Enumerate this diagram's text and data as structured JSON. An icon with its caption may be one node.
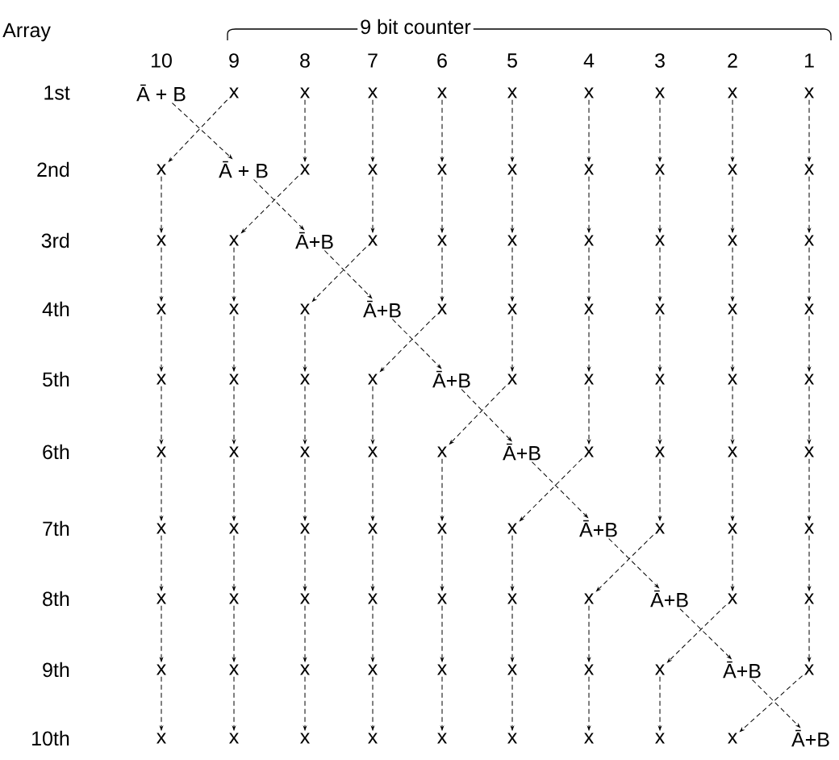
{
  "diagram": {
    "nodes": [
      {
        "text": [
          "Ā + B"
        ]
      },
      {
        "text": [
          "x"
        ]
      },
      {
        "text": [
          "x"
        ]
      },
      {
        "text": [
          "x"
        ]
      },
      {
        "text": [
          "x"
        ]
      },
      {
        "text": [
          "x"
        ]
      },
      {
        "text": [
          "x"
        ]
      },
      {
        "text": [
          "x"
        ]
      },
      {
        "text": [
          "x"
        ]
      },
      {
        "text": [
          "x"
        ]
      },
      {
        "text": [
          "x"
        ]
      },
      {
        "text": [
          "Ā + B"
        ]
      },
      {
        "text": [
          "x"
        ]
      },
      {
        "text": [
          "x"
        ]
      },
      {
        "text": [
          "x"
        ]
      },
      {
        "text": [
          "x"
        ]
      },
      {
        "text": [
          "x"
        ]
      },
      {
        "text": [
          "x"
        ]
      },
      {
        "text": [
          "x"
        ]
      },
      {
        "text": [
          "x"
        ]
      },
      {
        "text": [
          "x"
        ]
      },
      {
        "text": [
          "x"
        ]
      },
      {
        "text": [
          "Ā+B"
        ]
      },
      {
        "text": [
          "x"
        ]
      },
      {
        "text": [
          "x"
        ]
      },
      {
        "text": [
          "x"
        ]
      },
      {
        "text": [
          "x"
        ]
      },
      {
        "text": [
          "x"
        ]
      },
      {
        "text": [
          "x"
        ]
      },
      {
        "text": [
          "x"
        ]
      },
      {
        "text": [
          "x"
        ]
      },
      {
        "text": [
          "x"
        ]
      },
      {
        "text": [
          "x"
        ]
      },
      {
        "text": [
          "Ā+B"
        ]
      },
      {
        "text": [
          "x"
        ]
      },
      {
        "text": [
          "x"
        ]
      },
      {
        "text": [
          "x"
        ]
      },
      {
        "text": [
          "x"
        ]
      },
      {
        "text": [
          "x"
        ]
      },
      {
        "text": [
          "x"
        ]
      },
      {
        "text": [
          "x"
        ]
      },
      {
        "text": [
          "x"
        ]
      },
      {
        "text": [
          "x"
        ]
      },
      {
        "text": [
          "x"
        ]
      },
      {
        "text": [
          "Ā+B"
        ]
      },
      {
        "text": [
          "x"
        ]
      },
      {
        "text": [
          "x"
        ]
      },
      {
        "text": [
          "x"
        ]
      },
      {
        "text": [
          "x"
        ]
      },
      {
        "text": [
          "x"
        ]
      },
      {
        "text": [
          "x"
        ]
      },
      {
        "text": [
          "x"
        ]
      },
      {
        "text": [
          "x"
        ]
      },
      {
        "text": [
          "x"
        ]
      },
      {
        "text": [
          "x"
        ]
      },
      {
        "text": [
          "Ā+B"
        ]
      },
      {
        "text": [
          "x"
        ]
      },
      {
        "text": [
          "x"
        ]
      },
      {
        "text": [
          "x"
        ]
      },
      {
        "text": [
          "x"
        ]
      },
      {
        "text": [
          "x"
        ]
      },
      {
        "text": [
          "x"
        ]
      },
      {
        "text": [
          "x"
        ]
      },
      {
        "text": [
          "x"
        ]
      },
      {
        "text": [
          "x"
        ]
      },
      {
        "text": [
          "x"
        ]
      },
      {
        "text": [
          "Ā+B"
        ]
      },
      {
        "text": [
          "x"
        ]
      },
      {
        "text": [
          "x"
        ]
      },
      {
        "text": [
          "x"
        ]
      },
      {
        "text": [
          "x"
        ]
      },
      {
        "text": [
          "x"
        ]
      },
      {
        "text": [
          "x"
        ]
      },
      {
        "text": [
          "x"
        ]
      },
      {
        "text": [
          "x"
        ]
      },
      {
        "text": [
          "x"
        ]
      },
      {
        "text": [
          "x"
        ]
      },
      {
        "text": [
          "Ā+B"
        ]
      },
      {
        "text": [
          "x"
        ]
      },
      {
        "text": [
          "x"
        ]
      },
      {
        "text": [
          "x"
        ]
      },
      {
        "text": [
          "x"
        ]
      },
      {
        "text": [
          "x"
        ]
      },
      {
        "text": [
          "x"
        ]
      },
      {
        "text": [
          "x"
        ]
      },
      {
        "text": [
          "x"
        ]
      },
      {
        "text": [
          "x"
        ]
      },
      {
        "text": [
          "x"
        ]
      },
      {
        "text": [
          "Ā+B"
        ]
      },
      {
        "text": [
          "x"
        ]
      },
      {
        "text": [
          "x"
        ]
      },
      {
        "text": [
          "x"
        ]
      },
      {
        "text": [
          "x"
        ]
      },
      {
        "text": [
          "x"
        ]
      },
      {
        "text": [
          "x"
        ]
      },
      {
        "text": [
          "x"
        ]
      },
      {
        "text": [
          "x"
        ]
      },
      {
        "text": [
          "x"
        ]
      },
      {
        "text": [
          "x"
        ]
      },
      {
        "text": [
          "Ā+B"
        ]
      }
    ],
    "edges": [
      {
        "from": 0,
        "to": 11,
        "arrow": "to",
        "style": "dashed"
      },
      {
        "from": 1,
        "to": 10,
        "arrow": "to",
        "style": "dashed"
      },
      {
        "from": 2,
        "to": 12,
        "arrow": "to",
        "style": "dashed"
      },
      {
        "from": 3,
        "to": 13,
        "arrow": "to",
        "style": "dashed"
      },
      {
        "from": 4,
        "to": 14,
        "arrow": "to",
        "style": "dashed"
      },
      {
        "from": 5,
        "to": 15,
        "arrow": "to",
        "style": "dashed"
      },
      {
        "from": 6,
        "to": 16,
        "arrow": "to",
        "style": "dashed"
      },
      {
        "from": 7,
        "to": 17,
        "arrow": "to",
        "style": "dashed"
      },
      {
        "from": 8,
        "to": 18,
        "arrow": "to",
        "style": "dashed"
      },
      {
        "from": 9,
        "to": 19,
        "arrow": "to",
        "style": "dashed"
      },
      {
        "from": 10,
        "to": 20,
        "arrow": "to",
        "style": "dashed"
      },
      {
        "from": 11,
        "to": 22,
        "arrow": "to",
        "style": "dashed"
      },
      {
        "from": 12,
        "to": 21,
        "arrow": "to",
        "style": "dashed"
      },
      {
        "from": 13,
        "to": 23,
        "arrow": "to",
        "style": "dashed"
      },
      {
        "from": 14,
        "to": 24,
        "arrow": "to",
        "style": "dashed"
      },
      {
        "from": 15,
        "to": 25,
        "arrow": "to",
        "style": "dashed"
      },
      {
        "from": 16,
        "to": 26,
        "arrow": "to",
        "style": "dashed"
      },
      {
        "from": 17,
        "to": 27,
        "arrow": "to",
        "style": "dashed"
      },
      {
        "from": 18,
        "to": 28,
        "arrow": "to",
        "style": "dashed"
      },
      {
        "from": 19,
        "to": 29,
        "arrow": "to",
        "style": "dashed"
      },
      {
        "from": 20,
        "to": 30,
        "arrow": "to",
        "style": "dashed"
      },
      {
        "from": 21,
        "to": 31,
        "arrow": "to",
        "style": "dashed"
      },
      {
        "from": 22,
        "to": 33,
        "arrow": "to",
        "style": "dashed"
      },
      {
        "from": 23,
        "to": 32,
        "arrow": "to",
        "style": "dashed"
      },
      {
        "from": 24,
        "to": 34,
        "arrow": "to",
        "style": "dashed"
      },
      {
        "from": 25,
        "to": 35,
        "arrow": "to",
        "style": "dashed"
      },
      {
        "from": 26,
        "to": 36,
        "arrow": "to",
        "style": "dashed"
      },
      {
        "from": 27,
        "to": 37,
        "arrow": "to",
        "style": "dashed"
      },
      {
        "from": 28,
        "to": 38,
        "arrow": "to",
        "style": "dashed"
      },
      {
        "from": 29,
        "to": 39,
        "arrow": "to",
        "style": "dashed"
      },
      {
        "from": 30,
        "to": 40,
        "arrow": "to",
        "style": "dashed"
      },
      {
        "from": 31,
        "to": 41,
        "arrow": "to",
        "style": "dashed"
      },
      {
        "from": 32,
        "to": 42,
        "arrow": "to",
        "style": "dashed"
      },
      {
        "from": 33,
        "to": 44,
        "arrow": "to",
        "style": "dashed"
      },
      {
        "from": 34,
        "to": 43,
        "arrow": "to",
        "style": "dashed"
      },
      {
        "from": 35,
        "to": 45,
        "arrow": "to",
        "style": "dashed"
      },
      {
        "from": 36,
        "to": 46,
        "arrow": "to",
        "style": "dashed"
      },
      {
        "from": 37,
        "to": 47,
        "arrow": "to",
        "style": "dashed"
      },
      {
        "from": 38,
        "to": 48,
        "arrow": "to",
        "style": "dashed"
      },
      {
        "from": 39,
        "to": 49,
        "arrow": "to",
        "style": "dashed"
      },
      {
        "from": 40,
        "to": 50,
        "arrow": "to",
        "style": "dashed"
      },
      {
        "from": 41,
        "to": 51,
        "arrow": "to",
        "style": "dashed"
      },
      {
        "from": 42,
        "to": 52,
        "arrow": "to",
        "style": "dashed"
      },
      {
        "from": 43,
        "to": 53,
        "arrow": "to",
        "style": "dashed"
      },
      {
        "from": 44,
        "to": 55,
        "arrow": "to",
        "style": "dashed"
      },
      {
        "from": 45,
        "to": 54,
        "arrow": "to",
        "style": "dashed"
      },
      {
        "from": 46,
        "to": 56,
        "arrow": "to",
        "style": "dashed"
      },
      {
        "from": 47,
        "to": 57,
        "arrow": "to",
        "style": "dashed"
      },
      {
        "from": 48,
        "to": 58,
        "arrow": "to",
        "style": "dashed"
      },
      {
        "from": 49,
        "to": 59,
        "arrow": "to",
        "style": "dashed"
      },
      {
        "from": 50,
        "to": 60,
        "arrow": "to",
        "style": "dashed"
      },
      {
        "from": 51,
        "to": 61,
        "arrow": "to",
        "style": "dashed"
      },
      {
        "from": 52,
        "to": 62,
        "arrow": "to",
        "style": "dashed"
      },
      {
        "from": 53,
        "to": 63,
        "arrow": "to",
        "style": "dashed"
      },
      {
        "from": 54,
        "to": 64,
        "arrow": "to",
        "style": "dashed"
      },
      {
        "from": 55,
        "to": 66,
        "arrow": "to",
        "style": "dashed"
      },
      {
        "from": 56,
        "to": 65,
        "arrow": "to",
        "style": "dashed"
      },
      {
        "from": 57,
        "to": 67,
        "arrow": "to",
        "style": "dashed"
      },
      {
        "from": 58,
        "to": 68,
        "arrow": "to",
        "style": "dashed"
      },
      {
        "from": 59,
        "to": 69,
        "arrow": "to",
        "style": "dashed"
      },
      {
        "from": 60,
        "to": 70,
        "arrow": "to",
        "style": "dashed"
      },
      {
        "from": 61,
        "to": 71,
        "arrow": "to",
        "style": "dashed"
      },
      {
        "from": 62,
        "to": 72,
        "arrow": "to",
        "style": "dashed"
      },
      {
        "from": 63,
        "to": 73,
        "arrow": "to",
        "style": "dashed"
      },
      {
        "from": 64,
        "to": 74,
        "arrow": "to",
        "style": "dashed"
      },
      {
        "from": 65,
        "to": 75,
        "arrow": "to",
        "style": "dashed"
      },
      {
        "from": 66,
        "to": 77,
        "arrow": "to",
        "style": "dashed"
      },
      {
        "from": 67,
        "to": 76,
        "arrow": "to",
        "style": "dashed"
      },
      {
        "from": 68,
        "to": 78,
        "arrow": "to",
        "style": "dashed"
      },
      {
        "from": 69,
        "to": 79,
        "arrow": "to",
        "style": "dashed"
      },
      {
        "from": 70,
        "to": 80,
        "arrow": "to",
        "style": "dashed"
      },
      {
        "from": 71,
        "to": 81,
        "arrow": "to",
        "style": "dashed"
      },
      {
        "from": 72,
        "to": 82,
        "arrow": "to",
        "style": "dashed"
      },
      {
        "from": 73,
        "to": 83,
        "arrow": "to",
        "style": "dashed"
      },
      {
        "from": 74,
        "to": 84,
        "arrow": "to",
        "style": "dashed"
      },
      {
        "from": 75,
        "to": 85,
        "arrow": "to",
        "style": "dashed"
      },
      {
        "from": 76,
        "to": 86,
        "arrow": "to",
        "style": "dashed"
      },
      {
        "from": 77,
        "to": 88,
        "arrow": "to",
        "style": "dashed"
      },
      {
        "from": 78,
        "to": 87,
        "arrow": "to",
        "style": "dashed"
      },
      {
        "from": 79,
        "to": 89,
        "arrow": "to",
        "style": "dashed"
      },
      {
        "from": 80,
        "to": 90,
        "arrow": "to",
        "style": "dashed"
      },
      {
        "from": 81,
        "to": 91,
        "arrow": "to",
        "style": "dashed"
      },
      {
        "from": 82,
        "to": 92,
        "arrow": "to",
        "style": "dashed"
      },
      {
        "from": 83,
        "to": 93,
        "arrow": "to",
        "style": "dashed"
      },
      {
        "from": 84,
        "to": 94,
        "arrow": "to",
        "style": "dashed"
      },
      {
        "from": 85,
        "to": 95,
        "arrow": "to",
        "style": "dashed"
      },
      {
        "from": 86,
        "to": 96,
        "arrow": "to",
        "style": "dashed"
      },
      {
        "from": 87,
        "to": 97,
        "arrow": "to",
        "style": "dashed"
      },
      {
        "from": 88,
        "to": 99,
        "arrow": "to",
        "style": "dashed"
      },
      {
        "from": 89,
        "to": 98,
        "arrow": "to",
        "style": "dashed"
      }
    ],
    "labels": [
      "Array",
      "9 bit counter",
      "10",
      "9",
      "8",
      "7",
      "6",
      "5",
      "4",
      "3",
      "2",
      "1",
      "1st",
      "2nd",
      "3rd",
      "4th",
      "5th",
      "6th",
      "7th",
      "8th",
      "9th",
      "10th"
    ]
  }
}
